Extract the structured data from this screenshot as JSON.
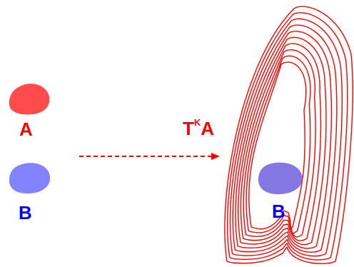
{
  "colors": {
    "a": "#ff4b4b",
    "a_text": "#ff0000",
    "b": "#8383ff",
    "b_text": "#0000ff",
    "map": "#ff0000",
    "overlap": "#6f5fdd"
  },
  "labels": {
    "a": "A",
    "b": "B",
    "t": "T",
    "k": "K",
    "a_mapped": "A",
    "b_mapped": "B"
  },
  "folds": 10
}
